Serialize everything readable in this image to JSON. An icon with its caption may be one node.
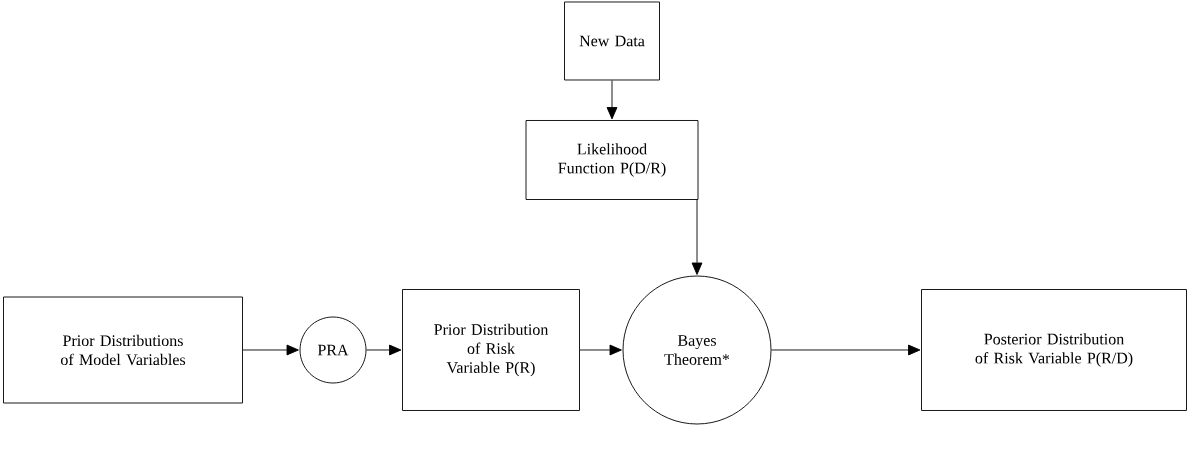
{
  "diagram": {
    "nodes": [
      {
        "text": [
          "New Data"
        ]
      },
      {
        "text": [
          "Likelihood Function P(D/R)"
        ]
      },
      {
        "text": [
          "Prior Distributions of Model Variables"
        ]
      },
      {
        "text": [
          "PRA"
        ]
      },
      {
        "text": [
          "Prior Distribution of Risk Variable P(R)"
        ]
      },
      {
        "text": [
          "Bayes Theorem*"
        ]
      },
      {
        "text": [
          "Posterior Distribution of Risk Variable P(R/D)"
        ]
      }
    ],
    "edges": [
      {
        "from": 0,
        "to": 1,
        "arrow": "to"
      },
      {
        "from": 1,
        "to": 5,
        "arrow": "to"
      },
      {
        "from": 2,
        "to": 3,
        "arrow": "to"
      },
      {
        "from": 3,
        "to": 4,
        "arrow": "to"
      },
      {
        "from": 4,
        "to": 5,
        "arrow": "to"
      },
      {
        "from": 5,
        "to": 6,
        "arrow": "to"
      }
    ]
  }
}
